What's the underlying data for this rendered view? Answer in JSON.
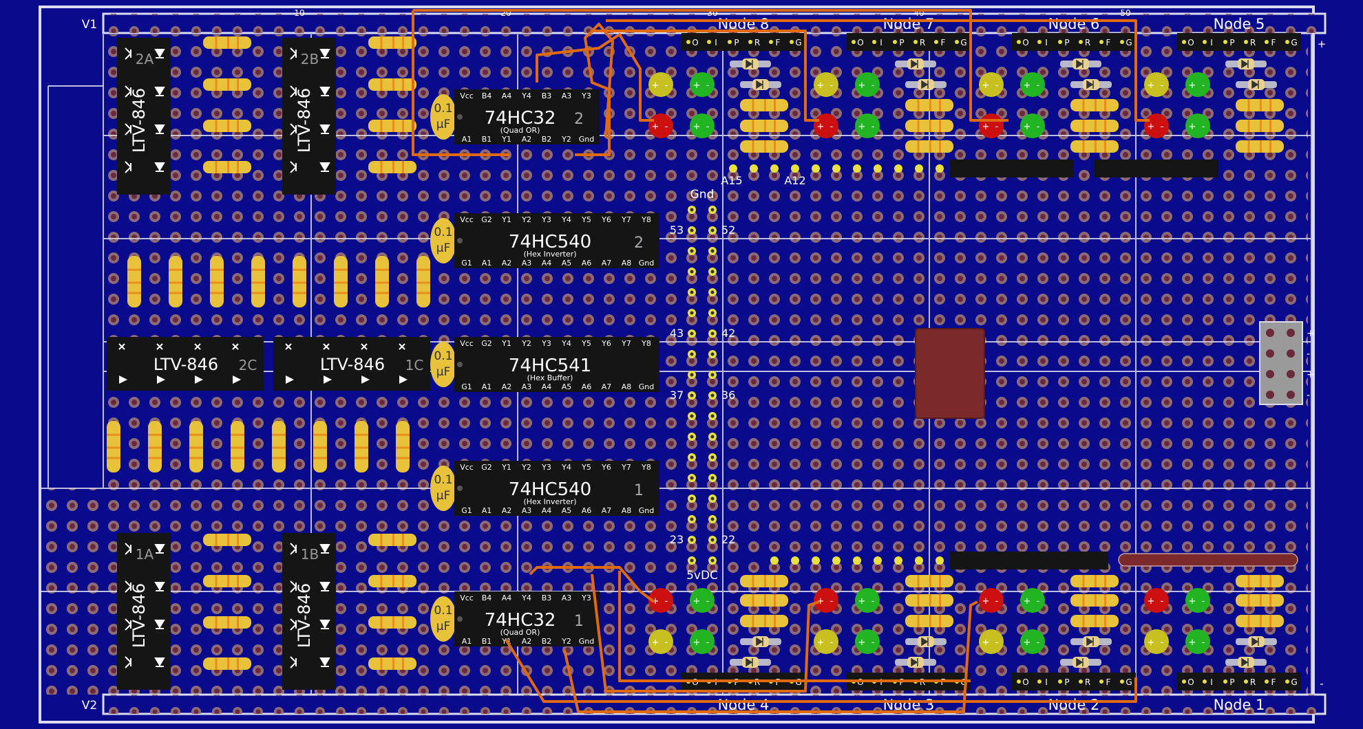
{
  "rails": {
    "top": "V1",
    "bottom": "V2",
    "plus": "+",
    "minus": "-",
    "ruler": [
      "10",
      "20",
      "30",
      "40",
      "50"
    ]
  },
  "nodes": {
    "top": [
      "Node 8",
      "Node 7",
      "Node 6",
      "Node 5"
    ],
    "bottom": [
      "Node 4",
      "Node 3",
      "Node 2",
      "Node 1"
    ],
    "pins": [
      "O",
      "I",
      "P",
      "R",
      "F",
      "G"
    ]
  },
  "opto_vertical": [
    {
      "label": "LTV-846",
      "tag": "2A"
    },
    {
      "label": "LTV-846",
      "tag": "2B"
    },
    {
      "label": "LTV-846",
      "tag": "1A"
    },
    {
      "label": "LTV-846",
      "tag": "1B"
    }
  ],
  "opto_horizontal": [
    {
      "label": "LTV-846",
      "tag": "2C"
    },
    {
      "label": "LTV-846",
      "tag": "1C"
    }
  ],
  "chips": [
    {
      "name": "74HC32",
      "num": "2",
      "sub": "(Quad OR)",
      "top_pins": [
        "Vcc",
        "B4",
        "A4",
        "Y4",
        "B3",
        "A3",
        "Y3"
      ],
      "bottom_pins": [
        "A1",
        "B1",
        "Y1",
        "A2",
        "B2",
        "Y2",
        "Gnd"
      ]
    },
    {
      "name": "74HC540",
      "num": "2",
      "sub": "(Hex Inverter)",
      "top_pins": [
        "Vcc",
        "G2",
        "Y1",
        "Y2",
        "Y3",
        "Y4",
        "Y5",
        "Y6",
        "Y7",
        "Y8"
      ],
      "bottom_pins": [
        "G1",
        "A1",
        "A2",
        "A3",
        "A4",
        "A5",
        "A6",
        "A7",
        "A8",
        "Gnd"
      ]
    },
    {
      "name": "74HC541",
      "num": "",
      "sub": "(Hex Buffer)",
      "top_pins": [
        "Vcc",
        "G2",
        "Y1",
        "Y2",
        "Y3",
        "Y4",
        "Y5",
        "Y6",
        "Y7",
        "Y8"
      ],
      "bottom_pins": [
        "G1",
        "A1",
        "A2",
        "A3",
        "A4",
        "A5",
        "A6",
        "A7",
        "A8",
        "Gnd"
      ]
    },
    {
      "name": "74HC540",
      "num": "1",
      "sub": "(Hex Inverter)",
      "top_pins": [
        "Vcc",
        "G2",
        "Y1",
        "Y2",
        "Y3",
        "Y4",
        "Y5",
        "Y6",
        "Y7",
        "Y8"
      ],
      "bottom_pins": [
        "G1",
        "A1",
        "A2",
        "A3",
        "A4",
        "A5",
        "A6",
        "A7",
        "A8",
        "Gnd"
      ]
    },
    {
      "name": "74HC32",
      "num": "1",
      "sub": "(Quad OR)",
      "top_pins": [
        "Vcc",
        "B4",
        "A4",
        "Y4",
        "B3",
        "A3",
        "Y3"
      ],
      "bottom_pins": [
        "A1",
        "B1",
        "Y1",
        "A2",
        "B2",
        "Y2",
        "Gnd"
      ]
    }
  ],
  "capacitor": {
    "value": "0.1",
    "unit": "µF"
  },
  "header_labels": {
    "gnd": "Gnd",
    "vdc": "5vDC",
    "a15": "A15",
    "a12": "A12",
    "pins": [
      "53",
      "52",
      "43",
      "42",
      "37",
      "36",
      "23",
      "22"
    ]
  },
  "led_signs": {
    "plus": "+",
    "minus": "-"
  },
  "colors": {
    "board": "#0a0a8c",
    "hole": "#8a5a6a",
    "trace": "#e06a10",
    "resistor": "#e8c23a",
    "chip": "#151515",
    "led_red": "#cc1010",
    "led_green": "#22b422",
    "led_yellow": "#c8c020",
    "relay": "#7a2a2a"
  }
}
